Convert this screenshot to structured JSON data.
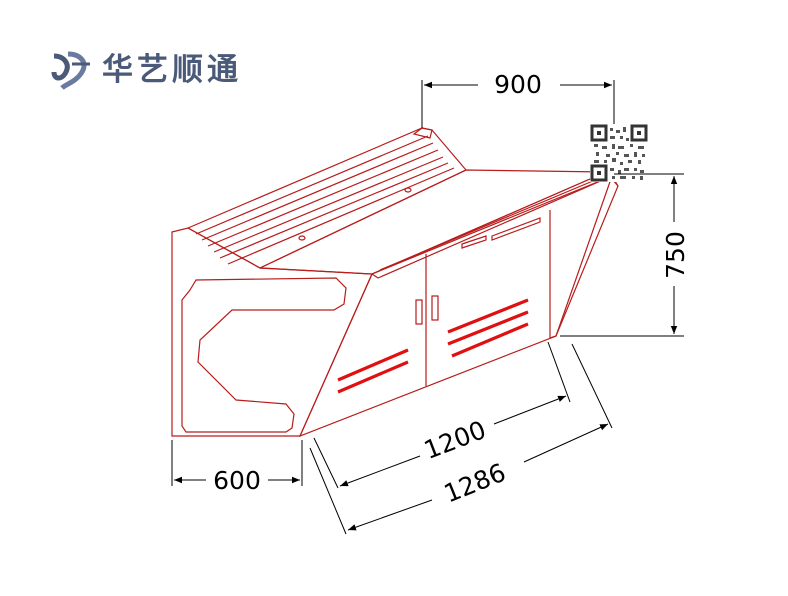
{
  "logo": {
    "brand_name": "华艺顺通",
    "color": "#4a5a78"
  },
  "drawing": {
    "outline_color": "#b81c1c",
    "accent_color": "#e01010",
    "dimension_color": "#000000",
    "qr_icon": "qr-code-icon"
  },
  "dimensions": {
    "top_width": "900",
    "height": "750",
    "depth": "600",
    "inner_length": "1200",
    "overall_length": "1286"
  }
}
